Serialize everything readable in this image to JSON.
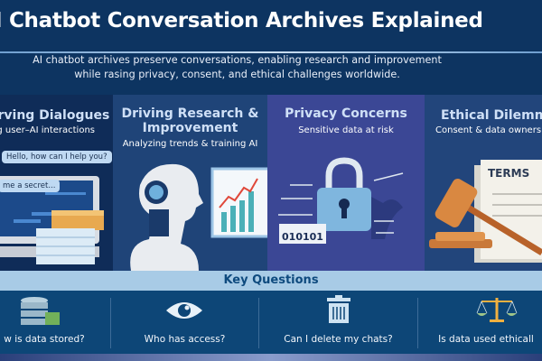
{
  "header": {
    "title": "I Chatbot Conversation Archives Explained",
    "subtitle_lines": [
      "AI chatbot archives preserve conversations, enabling research and improvement",
      "while rasing privacy, consent, and ethical challenges worldwide."
    ]
  },
  "panels": [
    {
      "title": "erving Dialogues",
      "subtitle": "g user–AI interactions",
      "bubbles": [
        "Hello, how can I help you?",
        "me a secret..."
      ],
      "color": "#0f2c58"
    },
    {
      "title_lines": [
        "Driving Research &",
        "Improvement"
      ],
      "subtitle": "Analyzing trends & training AI",
      "color": "#1f4478"
    },
    {
      "title": "Privacy Concerns",
      "subtitle": "Sensitive data at risk",
      "binary": "010101",
      "color": "#3b4795"
    },
    {
      "title": "Ethical Dilemma",
      "subtitle": "Consent & data owners",
      "document": "TERMS",
      "color": "#22457b"
    }
  ],
  "key_questions": {
    "heading": "Key Questions",
    "items": [
      {
        "label": "w is data stored?",
        "icon": "database-icon"
      },
      {
        "label": "Who has access?",
        "icon": "eye-icon"
      },
      {
        "label": "Can I delete my chats?",
        "icon": "trash-icon"
      },
      {
        "label": "Is data used ethicall",
        "icon": "scales-icon"
      }
    ]
  }
}
